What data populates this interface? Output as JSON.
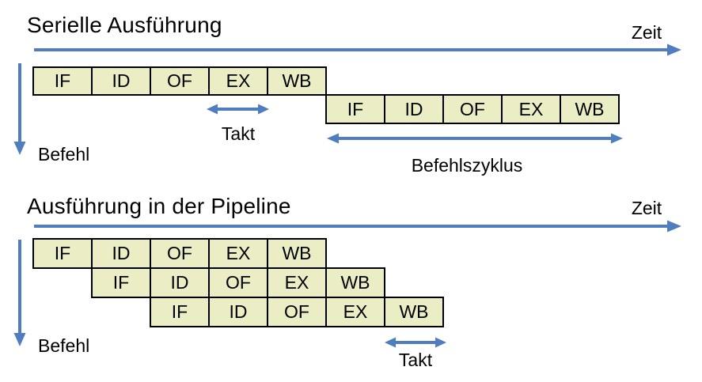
{
  "colors": {
    "accent_blue": "#4f7dbf",
    "box_fill": "#ebeec4",
    "box_border": "#000000",
    "text": "#000000",
    "background": "#ffffff"
  },
  "sections": [
    {
      "id": "serial",
      "title": "Serielle Ausführung",
      "time_label": "Zeit",
      "instruction_label": "Befehl",
      "clock_label": "Takt",
      "cycle_label": "Befehlszyklus",
      "rows": [
        {
          "cells": [
            "IF",
            "ID",
            "OF",
            "EX",
            "WB"
          ]
        },
        {
          "cells": [
            "IF",
            "ID",
            "OF",
            "EX",
            "WB"
          ]
        }
      ]
    },
    {
      "id": "pipeline",
      "title": "Ausführung in der Pipeline",
      "time_label": "Zeit",
      "instruction_label": "Befehl",
      "clock_label": "Takt",
      "rows": [
        {
          "cells": [
            "IF",
            "ID",
            "OF",
            "EX",
            "WB"
          ]
        },
        {
          "cells": [
            "IF",
            "ID",
            "OF",
            "EX",
            "WB"
          ]
        },
        {
          "cells": [
            "IF",
            "ID",
            "OF",
            "EX",
            "WB"
          ]
        }
      ]
    }
  ]
}
